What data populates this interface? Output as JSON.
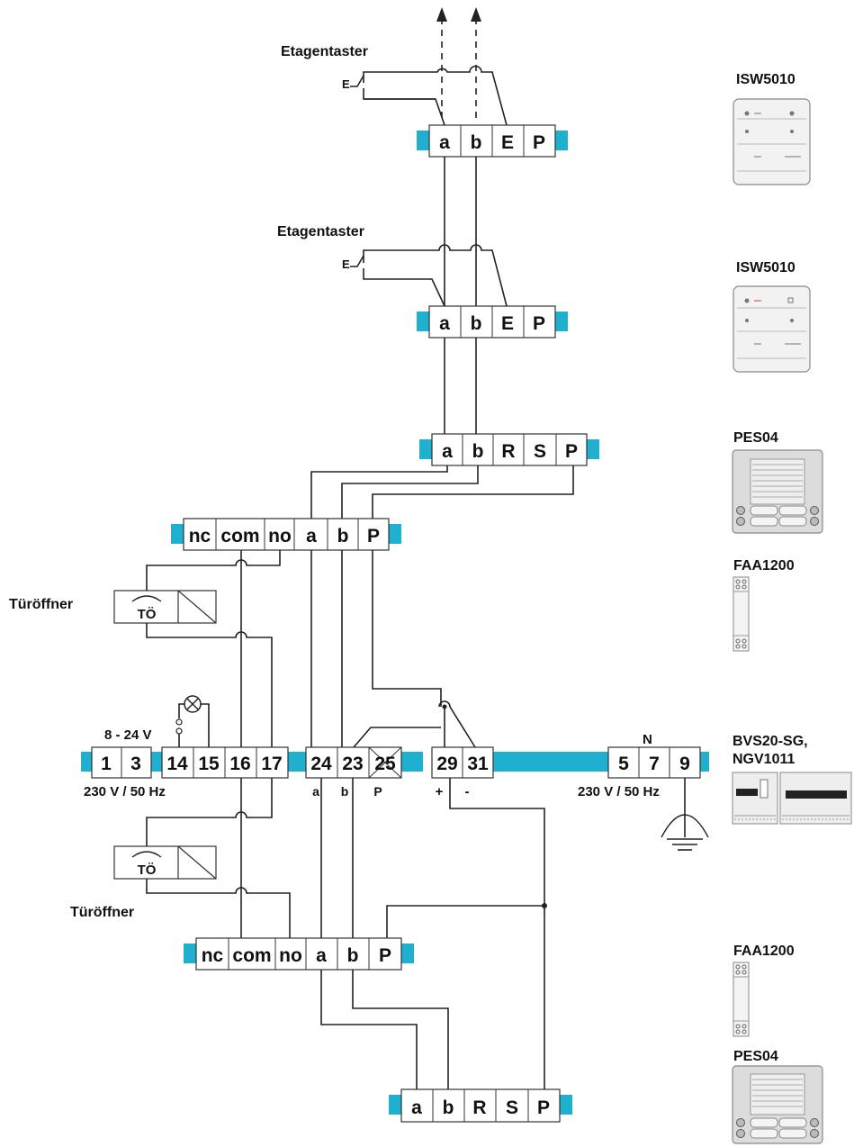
{
  "labels": {
    "etagentaster_1": "Etagentaster",
    "etagentaster_2": "Etagentaster",
    "tueroeffner_1": "Türöffner",
    "tueroeffner_2": "Türöffner",
    "to_1": "TÖ",
    "to_2": "TÖ",
    "e_switch_1": "E",
    "e_switch_2": "E",
    "voltage_8_24": "8 - 24 V",
    "mains_left": "230 V / 50 Hz",
    "mains_right": "230 V / 50 Hz",
    "neutral": "N",
    "bus_a": "a",
    "bus_b": "b",
    "bus_p": "P",
    "plus": "+",
    "minus": "-"
  },
  "devices": {
    "isw1": "ISW5010",
    "isw2": "ISW5010",
    "pes1": "PES04",
    "faa1": "FAA1200",
    "bvs_line1": "BVS20-SG,",
    "bvs_line2": "NGV1011",
    "faa2": "FAA1200",
    "pes2": "PES04"
  },
  "terminals": {
    "isw1": [
      "a",
      "b",
      "E",
      "P"
    ],
    "isw2": [
      "a",
      "b",
      "E",
      "P"
    ],
    "pes1": [
      "a",
      "b",
      "R",
      "S",
      "P"
    ],
    "faa1": [
      "nc",
      "com",
      "no",
      "a",
      "b",
      "P"
    ],
    "bvs_left": [
      "1",
      "3",
      "14",
      "15",
      "16",
      "17"
    ],
    "bvs_bus": [
      "24",
      "23",
      "25"
    ],
    "bvs_dc": [
      "29",
      "31"
    ],
    "bvs_mains": [
      "5",
      "7",
      "9"
    ],
    "faa2": [
      "nc",
      "com",
      "no",
      "a",
      "b",
      "P"
    ],
    "pes2": [
      "a",
      "b",
      "R",
      "S",
      "P"
    ]
  }
}
